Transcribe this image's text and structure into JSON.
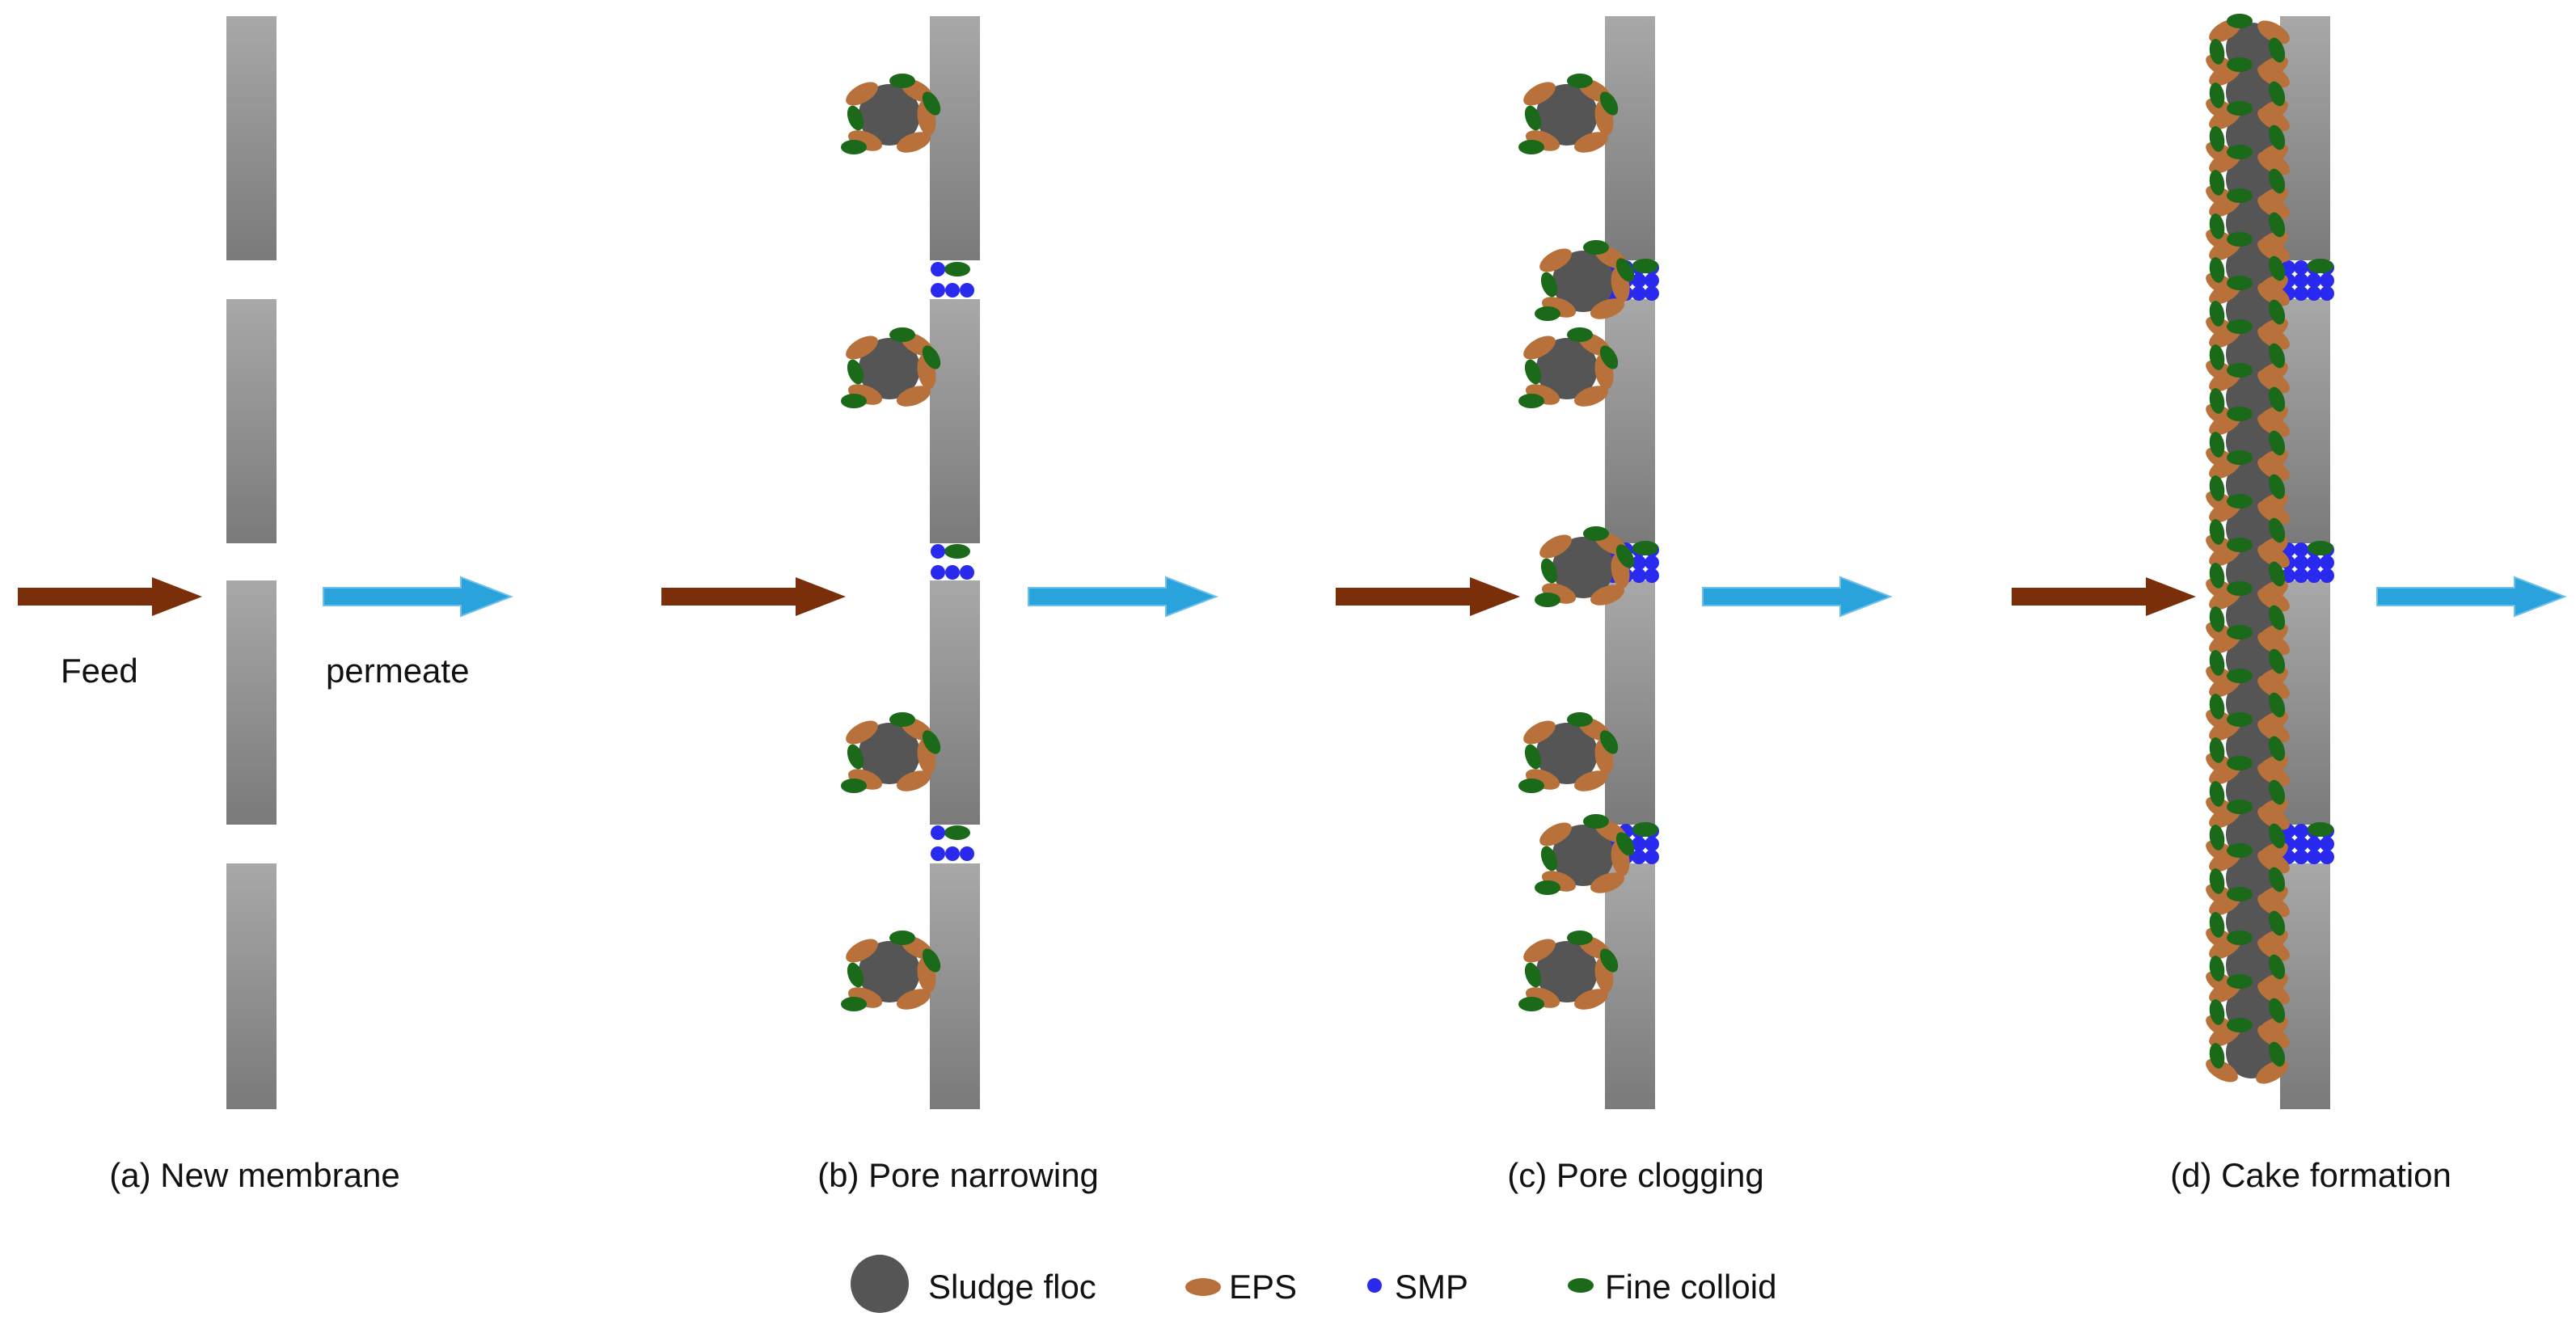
{
  "labels": {
    "feed": "Feed",
    "permeate": "permeate"
  },
  "panels": [
    {
      "caption": "(a) New membrane",
      "stage": "new"
    },
    {
      "caption": "(b) Pore narrowing",
      "stage": "narrowing"
    },
    {
      "caption": "(c) Pore clogging",
      "stage": "clogging"
    },
    {
      "caption": "(d) Cake formation",
      "stage": "cake"
    }
  ],
  "legend": [
    {
      "key": "sludge_floc",
      "label": "Sludge floc",
      "color": "#555555"
    },
    {
      "key": "eps",
      "label": "EPS",
      "color": "#b8713a"
    },
    {
      "key": "smp",
      "label": "SMP",
      "color": "#2a2aee"
    },
    {
      "key": "fine_colloid",
      "label": "Fine colloid",
      "color": "#1a6a1a"
    }
  ],
  "colors": {
    "feed_arrow": "#7a2e0a",
    "permeate_arrow": "#2aa3dc",
    "membrane_light": "#a6a6a6",
    "membrane_dark": "#7a7a7a"
  }
}
